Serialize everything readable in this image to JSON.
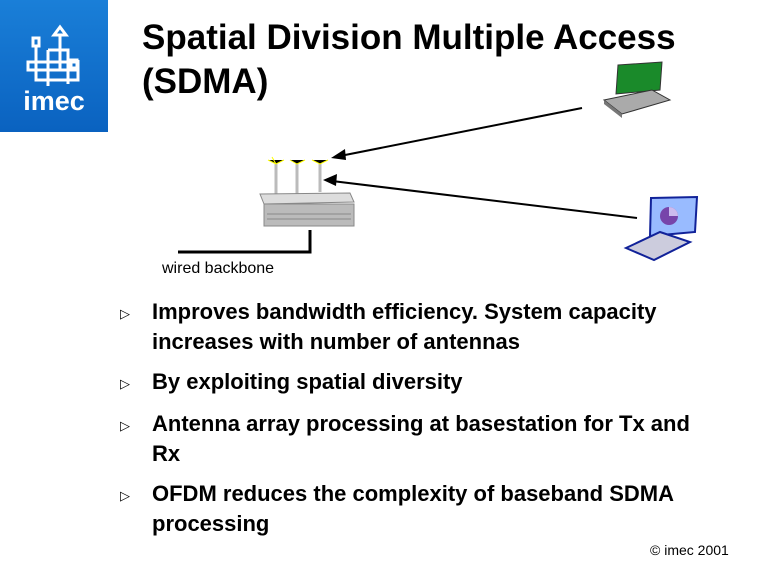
{
  "logo": {
    "text": "imec",
    "color": "#1a7fd8"
  },
  "title": "Spatial Division Multiple Access (SDMA)",
  "diagram": {
    "backbone_label": "wired backbone"
  },
  "bullets": [
    "Improves bandwidth efficiency. System capacity increases with number of antennas",
    "By exploiting spatial diversity",
    "Antenna array processing at basestation for Tx and Rx",
    "OFDM reduces the complexity of baseband SDMA processing"
  ],
  "bullet_icon": "triangle-right-outline",
  "footer": {
    "copyright": "© imec 2001"
  }
}
